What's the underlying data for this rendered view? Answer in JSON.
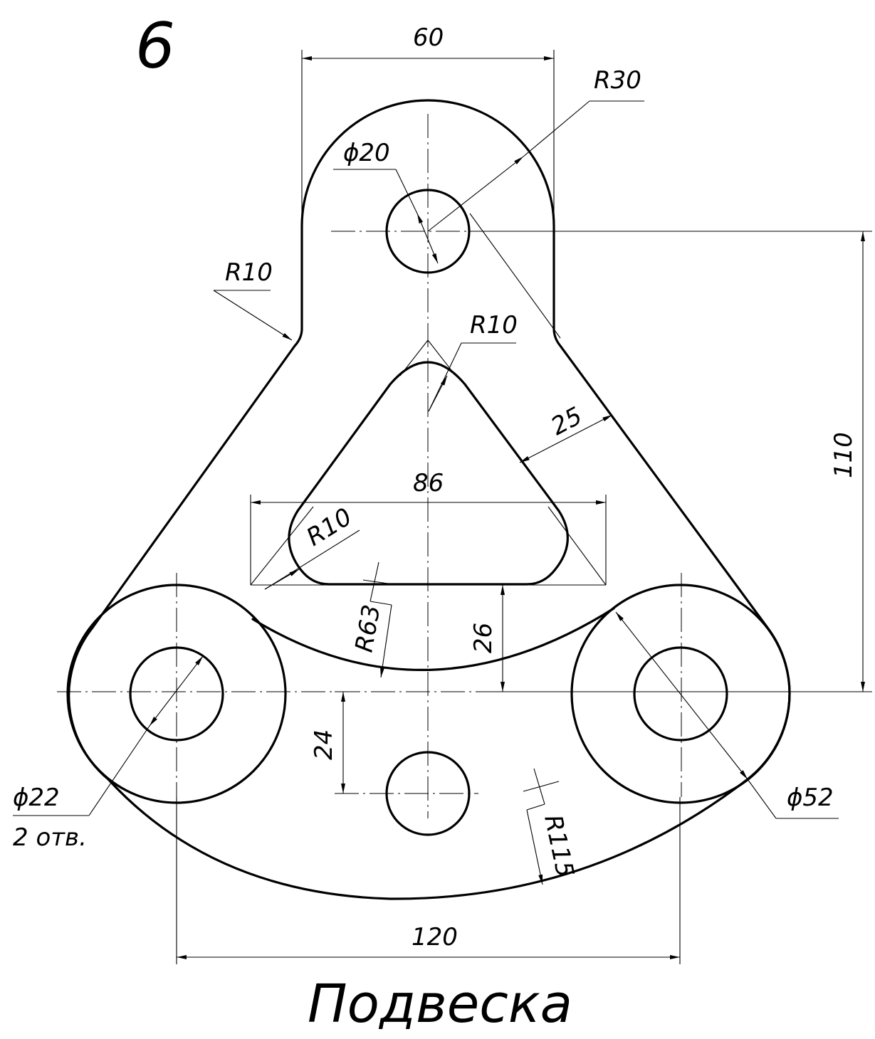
{
  "sheet_number": "6",
  "title": "Подвеска",
  "dimensions": {
    "width_top": "60",
    "radius_top": "R30",
    "hole_top": "ϕ20",
    "fillet_left": "R10",
    "fillet_triangle_top": "R10",
    "wall_thickness": "25",
    "triangle_width": "86",
    "fillet_triangle_left": "R10",
    "radius_inner_arc": "R63",
    "gap_to_center": "26",
    "vertical_height": "110",
    "lower_hole_offset": "24",
    "hole_side": "ϕ22",
    "hole_side_count": "2 отв.",
    "boss_diameter": "ϕ52",
    "radius_bottom": "R115",
    "center_distance": "120"
  }
}
